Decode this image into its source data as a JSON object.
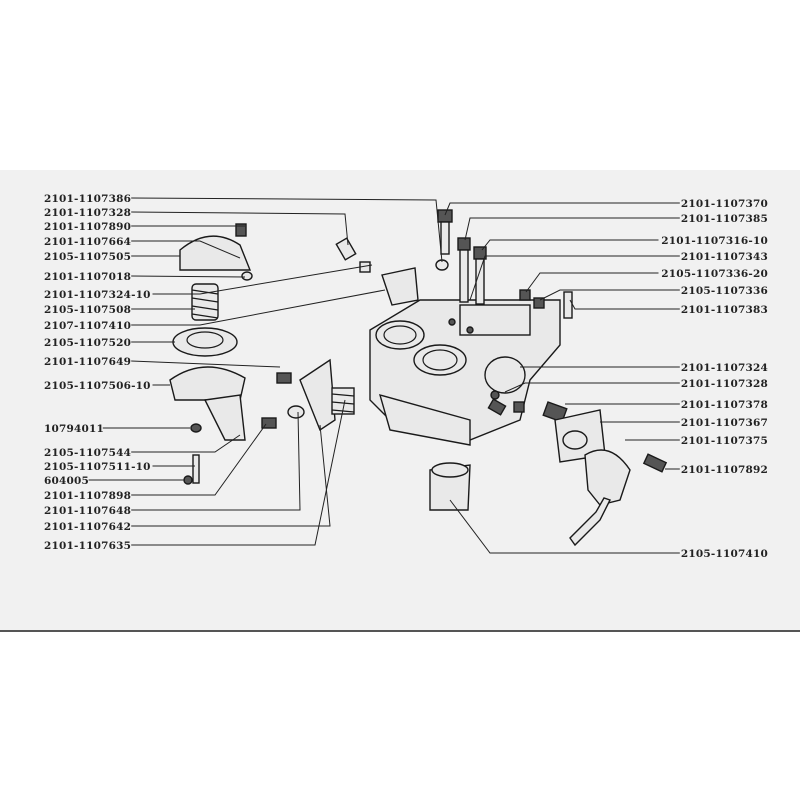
{
  "diagram": {
    "left_labels": [
      "2101-1107386",
      "2101-1107328",
      "2101-1107890",
      "2101-1107664",
      "2105-1107505",
      "2101-1107018",
      "2101-1107324-10",
      "2105-1107508",
      "2107-1107410",
      "2105-1107520",
      "2101-1107649",
      "2105-1107506-10",
      "10794011",
      "2105-1107544",
      "2105-1107511-10",
      "604005",
      "2101-1107898",
      "2101-1107648",
      "2101-1107642",
      "2101-1107635"
    ],
    "right_labels": [
      "2101-1107370",
      "2101-1107385",
      "2101-1107316-10",
      "2101-1107343",
      "2105-1107336-20",
      "2105-1107336",
      "2101-1107383",
      "2101-1107324",
      "2101-1107328",
      "2101-1107378",
      "2101-1107367",
      "2101-1107375",
      "2101-1107892",
      "2105-1107410"
    ]
  }
}
